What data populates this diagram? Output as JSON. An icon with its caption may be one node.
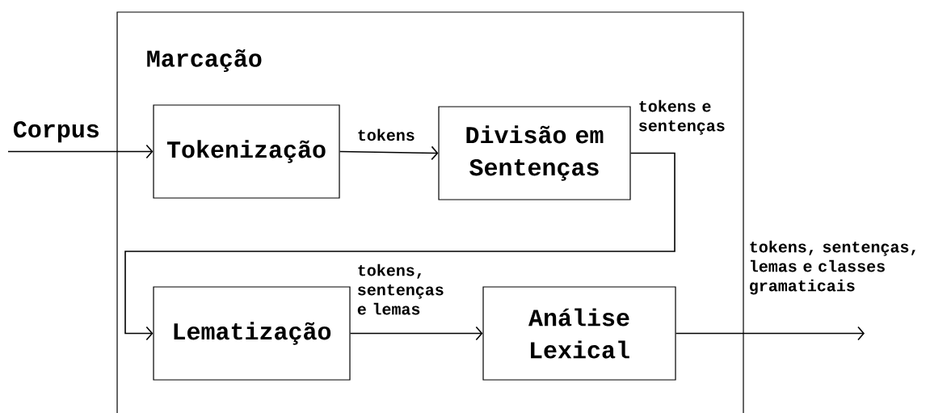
{
  "diagram": {
    "nodes": [
      {
        "text": [
          "Marcação"
        ]
      },
      {
        "text": [
          "Tokenização"
        ],
        "in": 0
      },
      {
        "text": [
          "Divisão em Sentenças"
        ],
        "in": 0
      },
      {
        "text": [
          "Lematização"
        ],
        "in": 0
      },
      {
        "text": [
          "Análise Lexical"
        ],
        "in": 0
      }
    ],
    "edges": [
      {
        "from": null,
        "to": 1,
        "arrow": "to",
        "label": "Corpus"
      },
      {
        "from": 1,
        "to": 2,
        "arrow": "to",
        "label": "tokens"
      },
      {
        "from": 2,
        "to": 3,
        "arrow": "to",
        "label": "tokens e sentenças"
      },
      {
        "from": 3,
        "to": 4,
        "arrow": "to",
        "label": "tokens, sentenças e lemas"
      },
      {
        "from": 4,
        "to": null,
        "arrow": "to",
        "label": "tokens, sentenças, lemas e classes gramaticais"
      }
    ]
  }
}
